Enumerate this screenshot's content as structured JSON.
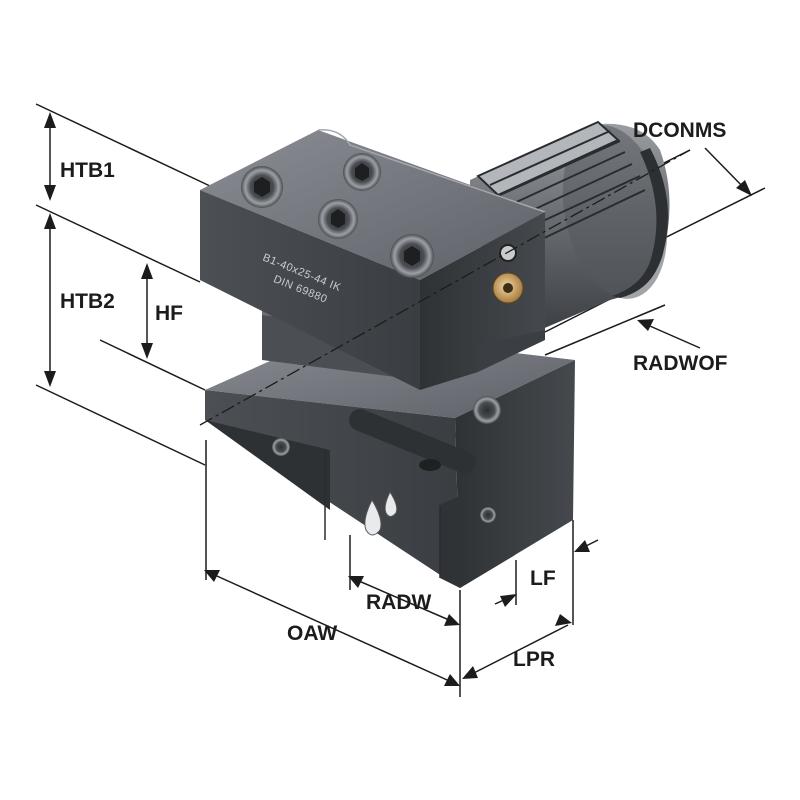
{
  "dimensions": {
    "htb1": "HTB1",
    "htb2": "HTB2",
    "hf": "HF",
    "dconms": "DCONMS",
    "radwof": "RADWOF",
    "radw": "RADW",
    "oaw": "OAW",
    "lf": "LF",
    "lpr": "LPR"
  },
  "engraving": {
    "line1": "B1-40x25-44 IK",
    "line2": "DIN 69880"
  },
  "colors": {
    "body_dark": "#3f4246",
    "body_mid": "#5b5f64",
    "body_light": "#7a7e84",
    "dimension_line": "#1c1c1c",
    "screw_brass": "#c8a165"
  }
}
